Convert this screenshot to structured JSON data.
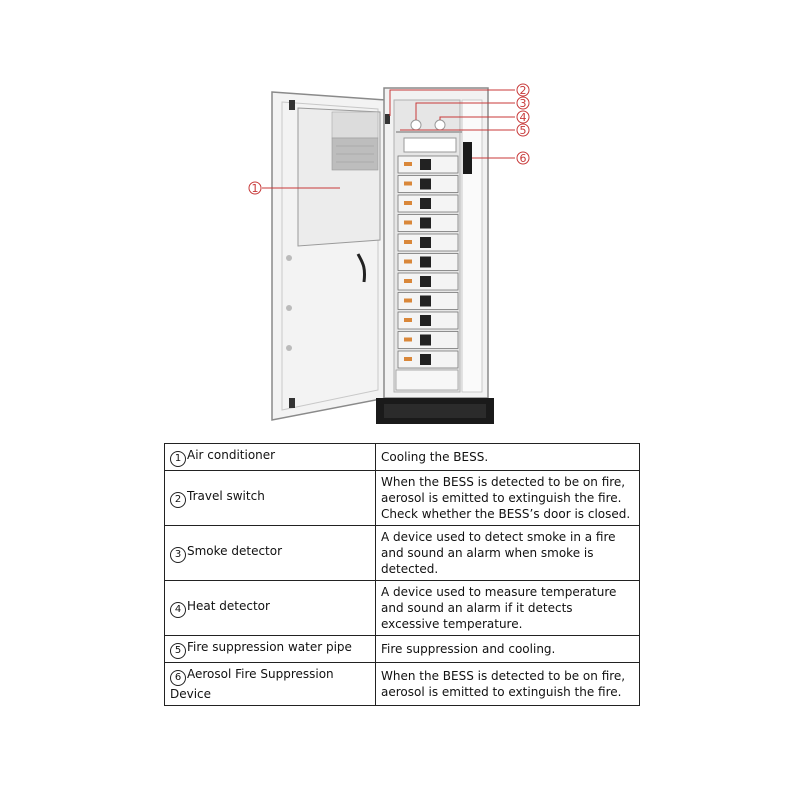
{
  "callouts": [
    {
      "num": "1"
    },
    {
      "num": "2"
    },
    {
      "num": "3"
    },
    {
      "num": "4"
    },
    {
      "num": "5"
    },
    {
      "num": "6"
    }
  ],
  "rows": [
    {
      "num": "1",
      "name": "Air conditioner",
      "desc": "Cooling the BESS."
    },
    {
      "num": "2",
      "name": "Travel switch",
      "desc": "When the BESS is detected to be on fire, aerosol is emitted to extinguish the fire. Check whether the BESS’s door is closed."
    },
    {
      "num": "3",
      "name": "Smoke detector",
      "desc": "A device used to detect smoke in a fire and sound an alarm when smoke is detected."
    },
    {
      "num": "4",
      "name": "Heat detector",
      "desc": "A device used to measure temperature and sound an alarm if it detects excessive temperature."
    },
    {
      "num": "5",
      "name": "Fire suppression water pipe",
      "desc": "Fire suppression and cooling."
    },
    {
      "num": "6",
      "name": "Aerosol Fire Suppression Device",
      "desc": "When the BESS is detected to be on fire, aerosol is emitted to extinguish the fire."
    }
  ],
  "colors": {
    "callout": "#c83a3a",
    "cabinet": "#f2f2f2",
    "outline": "#8a8a8a",
    "base": "#1a1a1a"
  }
}
